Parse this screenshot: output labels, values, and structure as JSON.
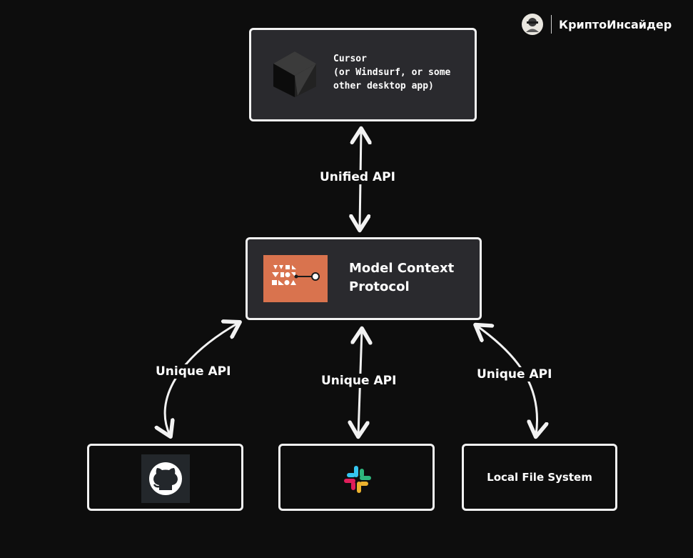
{
  "brand": {
    "name": "КриптоИнсайдер",
    "avatar_icon": "insider-avatar-icon"
  },
  "nodes": {
    "cursor": {
      "text": "Cursor\n(or Windsurf, or some\nother desktop app)",
      "icon": "cursor-cube-icon"
    },
    "mcp": {
      "text": "Model Context\nProtocol",
      "icon": "mcp-logo-icon",
      "icon_color": "#d9734e"
    },
    "github": {
      "icon": "github-icon"
    },
    "slack": {
      "icon": "slack-icon"
    },
    "file_system": {
      "text": "Local File System"
    }
  },
  "edges": {
    "cursor_mcp": {
      "label": "Unified API"
    },
    "github_mcp": {
      "label": "Unique API"
    },
    "slack_mcp": {
      "label": "Unique API"
    },
    "fs_mcp": {
      "label": "Unique API"
    }
  },
  "colors": {
    "background": "#0d0d0d",
    "box_fill": "#2a2a2e",
    "stroke": "#f2f2f2"
  }
}
